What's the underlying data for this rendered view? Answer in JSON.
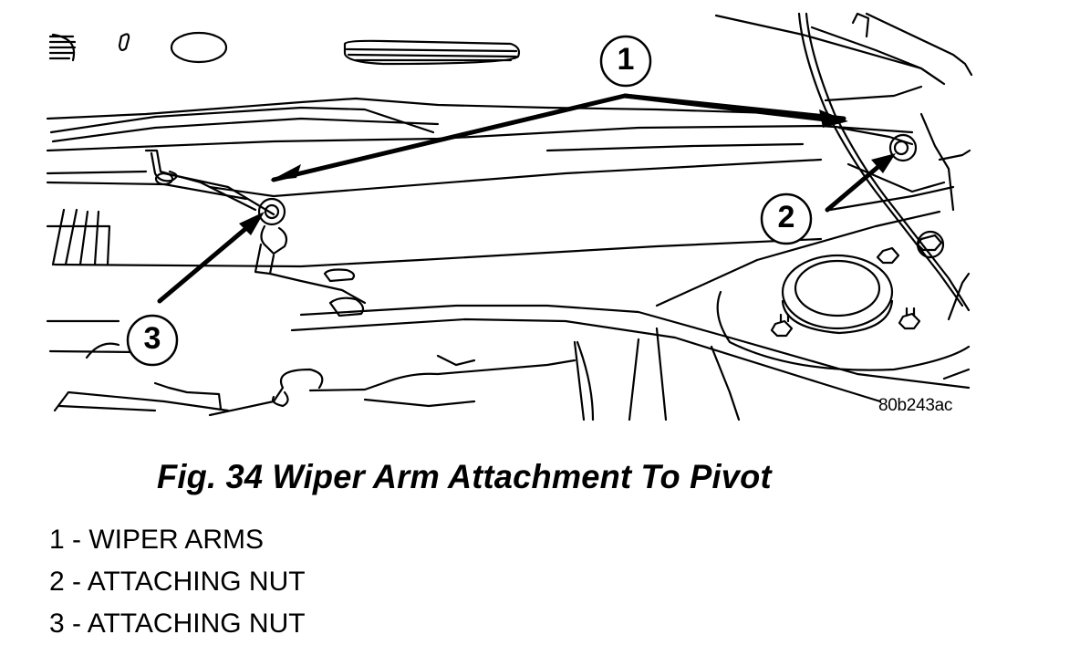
{
  "figure": {
    "id_code": "80b243ac",
    "callouts": [
      {
        "number": "1",
        "label": "WIPER ARMS"
      },
      {
        "number": "2",
        "label": "ATTACHING NUT"
      },
      {
        "number": "3",
        "label": "ATTACHING NUT"
      }
    ],
    "callout_labels": {
      "c1": "1",
      "c2": "2",
      "c3": "3"
    }
  },
  "caption": "Fig. 34 Wiper Arm Attachment To Pivot",
  "legend": [
    "1 - WIPER ARMS",
    "2 - ATTACHING NUT",
    "3 - ATTACHING NUT"
  ]
}
